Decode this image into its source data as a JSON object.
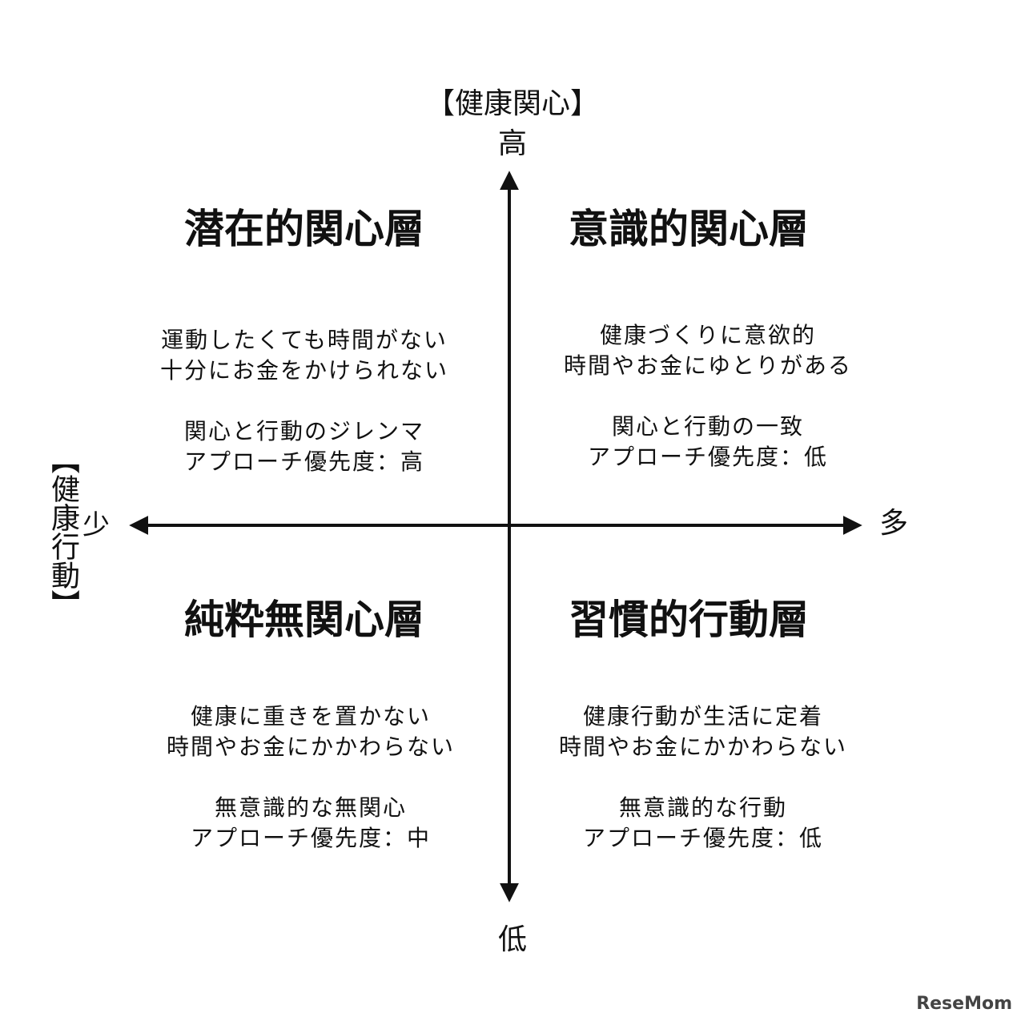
{
  "axes": {
    "vertical_title": "【健康関心】",
    "vertical_high": "高",
    "vertical_low": "低",
    "horizontal_title": "【健康行動】",
    "horizontal_low": "少",
    "horizontal_high": "多"
  },
  "quadrants": {
    "top_left": {
      "title": "潜在的関心層",
      "line1": "運動したくても時間がない",
      "line2": "十分にお金をかけられない",
      "line3": "関心と行動のジレンマ",
      "line4": "アプローチ優先度：高"
    },
    "top_right": {
      "title": "意識的関心層",
      "line1": "健康づくりに意欲的",
      "line2": "時間やお金にゆとりがある",
      "line3": "関心と行動の一致",
      "line4": "アプローチ優先度：低"
    },
    "bottom_left": {
      "title": "純粋無関心層",
      "line1": "健康に重きを置かない",
      "line2": "時間やお金にかかわらない",
      "line3": "無意識的な無関心",
      "line4": "アプローチ優先度：中"
    },
    "bottom_right": {
      "title": "習慣的行動層",
      "line1": "健康行動が生活に定着",
      "line2": "時間やお金にかかわらない",
      "line3": "無意識的な行動",
      "line4": "アプローチ優先度：低"
    }
  },
  "watermark": "ReseMom"
}
